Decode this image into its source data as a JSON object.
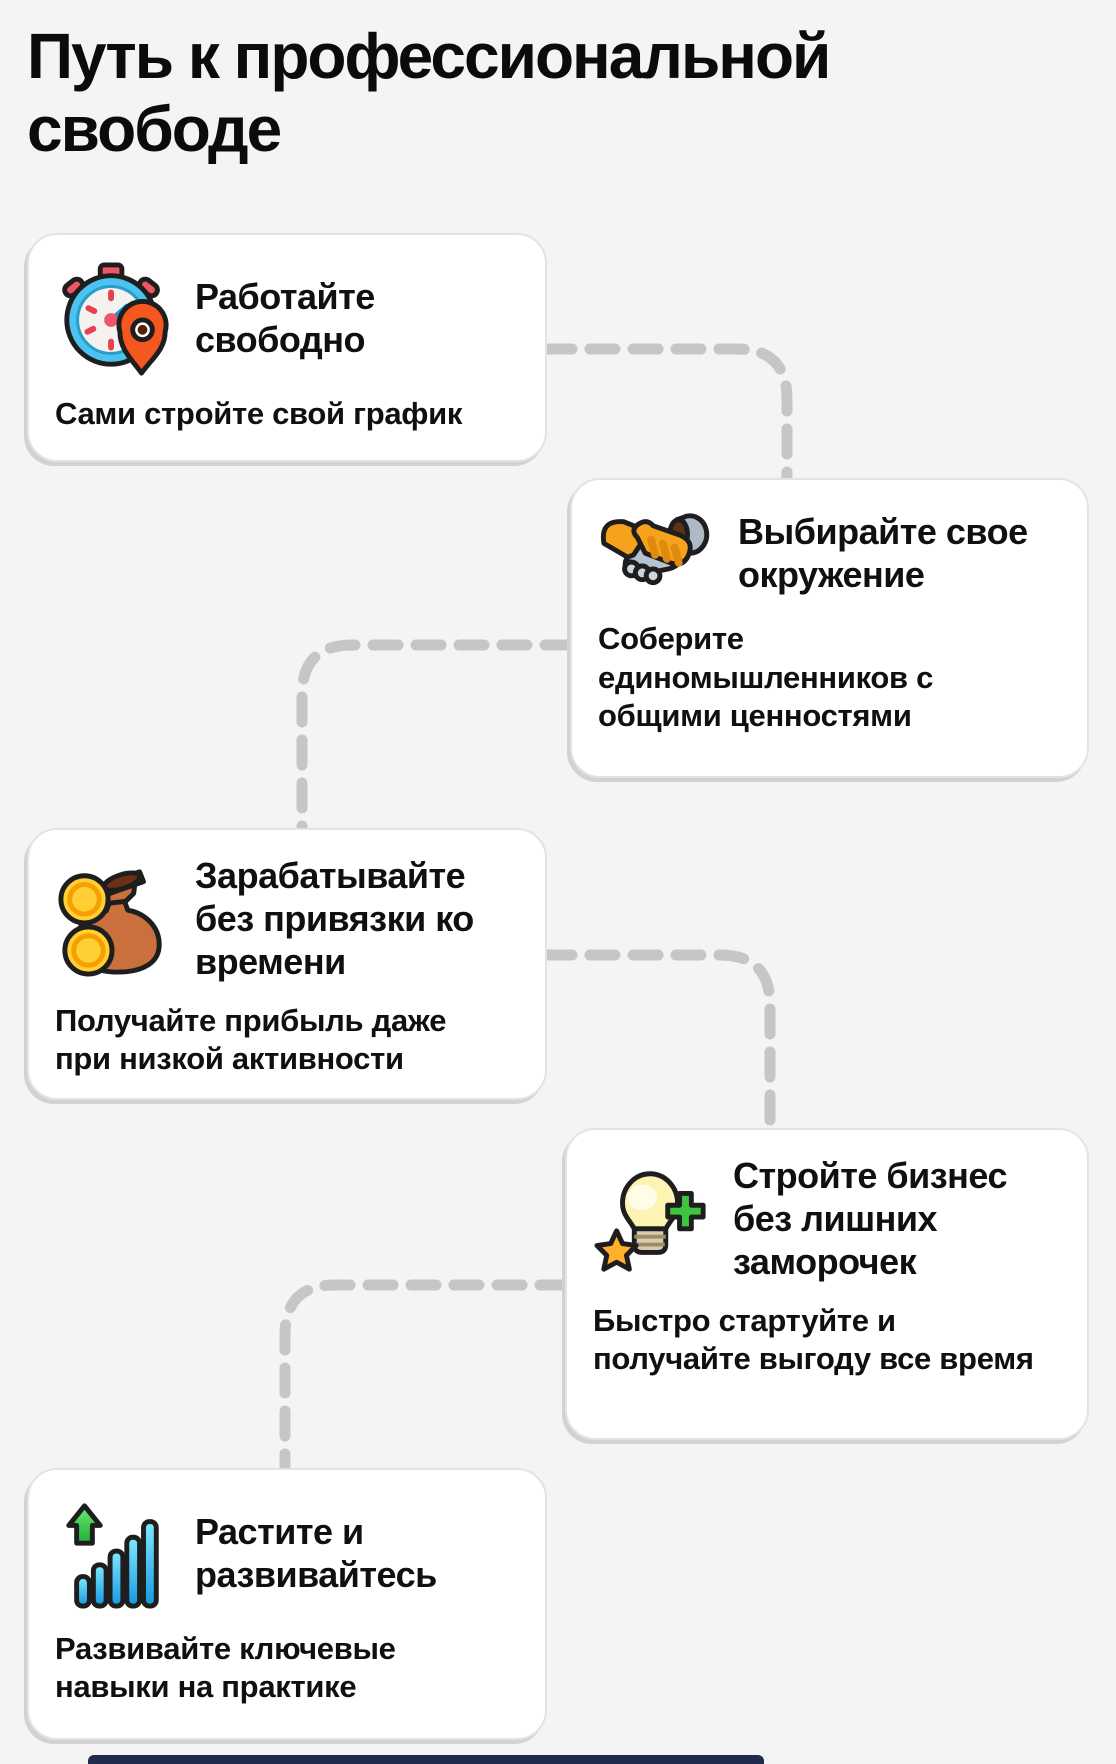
{
  "page": {
    "title": "Путь к профессиональной свободе"
  },
  "steps": [
    {
      "icon": "stopwatch-location-icon",
      "title": "Работайте свободно",
      "description": "Сами стройте свой график"
    },
    {
      "icon": "handshake-icon",
      "title": "Выбирайте свое окружение",
      "description": "Соберите единомышленников с общими ценностями"
    },
    {
      "icon": "money-bag-coins-icon",
      "title": "Зарабатывайте без привязки ко времени",
      "description": "Получайте прибыль даже при низкой активности"
    },
    {
      "icon": "lightbulb-plus-star-icon",
      "title": "Стройте бизнес без лишних заморочек",
      "description": "Быстро стартуйте и получайте выгоду все время"
    },
    {
      "icon": "growth-bars-arrow-icon",
      "title": "Растите и развивайтесь",
      "description": "Развивайте ключевые навыки на практике"
    }
  ],
  "colors": {
    "background": "#f4f4f4",
    "card_background": "#ffffff",
    "card_border": "#e3e3e3",
    "card_shadow": "#d2d2d2",
    "text": "#101010",
    "connector_dash": "#c6c6c6",
    "bottom_bar": "#1f2a4d"
  }
}
